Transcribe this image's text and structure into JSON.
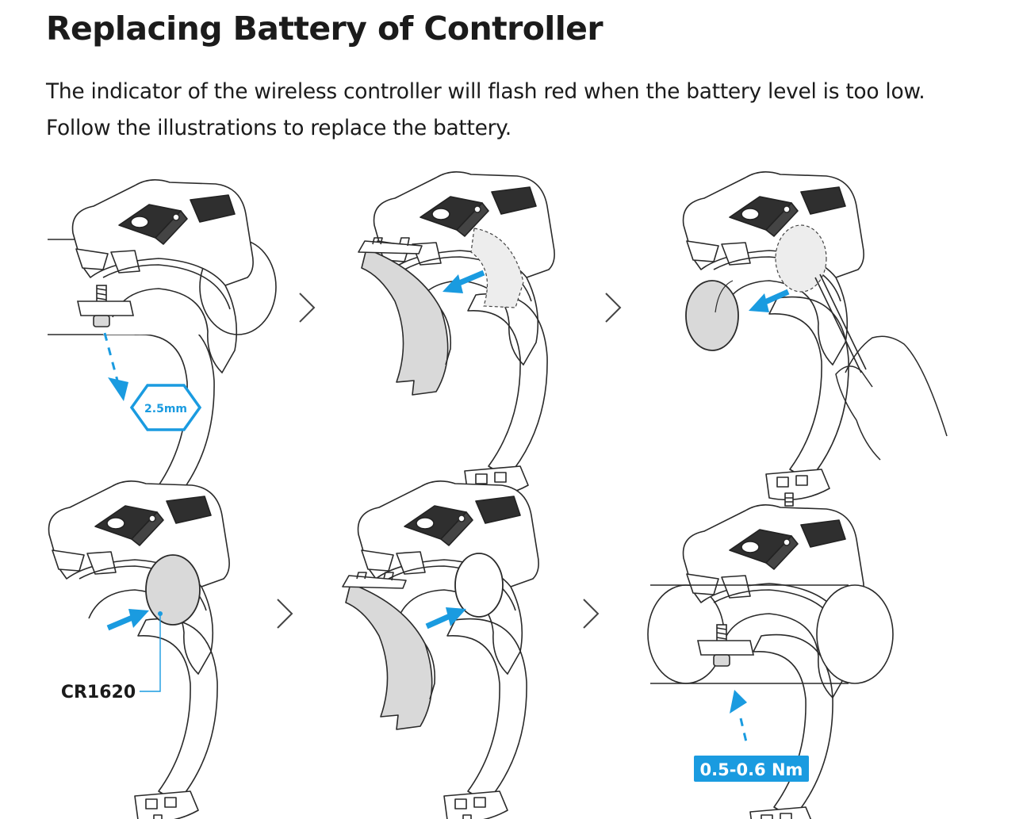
{
  "page": {
    "title": "Replacing Battery of Controller",
    "intro_lines": [
      "The indicator of the wireless controller will flash red when the battery level is too low.",
      "Follow the illustrations to replace the battery."
    ]
  },
  "labels": {
    "hex_key_size": "2.5mm",
    "battery_model": "CR1620",
    "torque": "0.5-0.6 Nm"
  },
  "colors": {
    "accent_blue": "#1a9be0",
    "line": "#2a2a2a",
    "part_fill": "#d9d9d9"
  }
}
